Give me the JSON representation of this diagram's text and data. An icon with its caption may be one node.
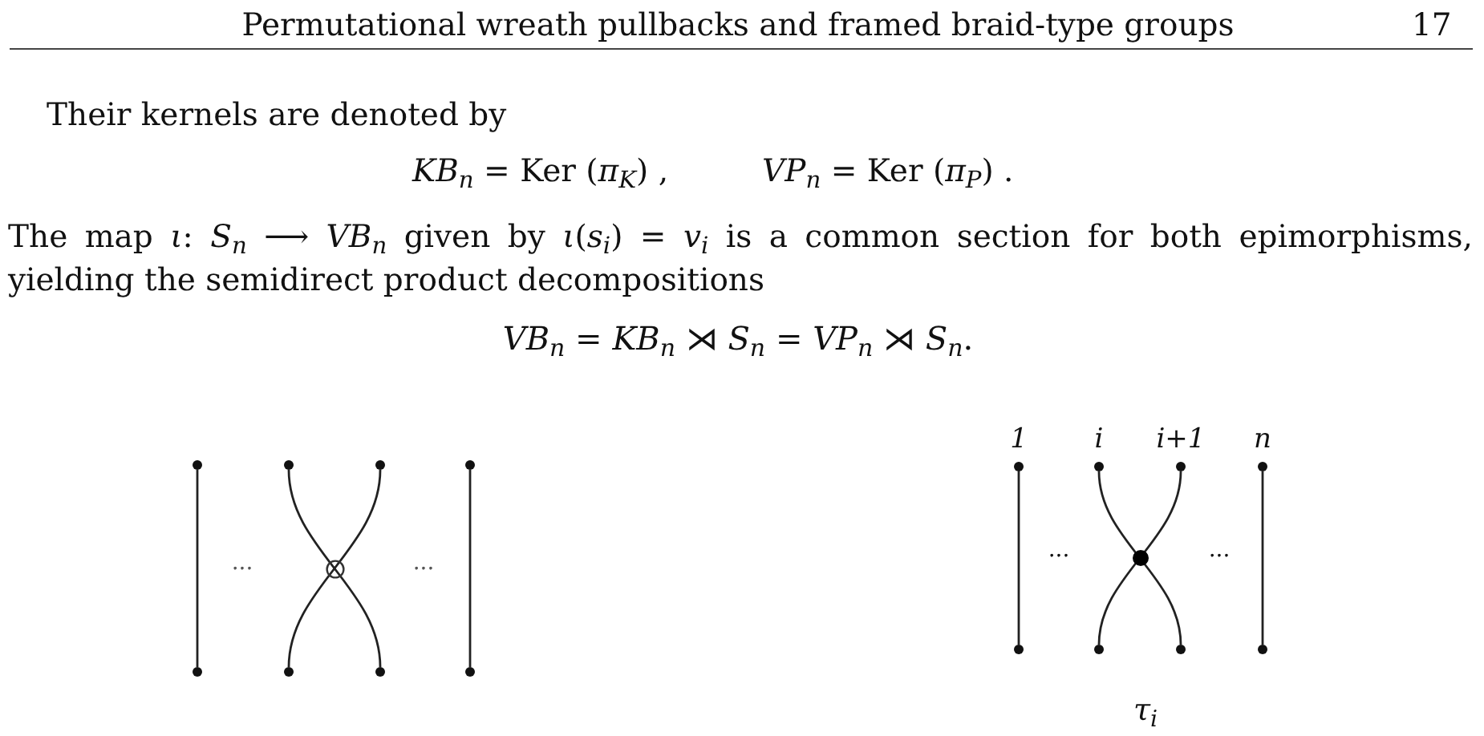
{
  "diagram": {
    "nodes": [
      {
        "text": [],
        "shape": "circle"
      },
      {
        "text": [],
        "shape": "circle"
      },
      {
        "text": [],
        "shape": "circle"
      },
      {
        "text": [],
        "shape": "circle"
      },
      {
        "text": [],
        "shape": "circle"
      },
      {
        "text": [],
        "shape": "circle"
      },
      {
        "text": [],
        "shape": "circle"
      },
      {
        "text": [],
        "shape": "circle"
      },
      {
        "text": [],
        "shape": "circle",
        "beside": [
          "1"
        ]
      },
      {
        "text": [],
        "shape": "circle",
        "beside": [
          "i"
        ]
      },
      {
        "text": [],
        "shape": "circle",
        "beside": [
          "i+1"
        ]
      },
      {
        "text": [],
        "shape": "circle",
        "beside": [
          "n"
        ]
      },
      {
        "text": [],
        "shape": "circle"
      },
      {
        "text": [],
        "shape": "circle"
      },
      {
        "text": [],
        "shape": "circle"
      },
      {
        "text": [],
        "shape": "circle"
      }
    ],
    "edges": [
      {
        "from": 0,
        "to": 4,
        "arrow": "none"
      },
      {
        "from": 1,
        "to": 6,
        "arrow": "none"
      },
      {
        "from": 2,
        "to": 5,
        "arrow": "none"
      },
      {
        "from": 3,
        "to": 7,
        "arrow": "none"
      },
      {
        "from": 8,
        "to": 12,
        "arrow": "none"
      },
      {
        "from": 9,
        "to": 14,
        "arrow": "none"
      },
      {
        "from": 10,
        "to": 13,
        "arrow": "none"
      },
      {
        "from": 11,
        "to": 15,
        "arrow": "none"
      }
    ],
    "labels": [
      "Permutational wreath pullbacks and framed braid-type groups",
      "17",
      "Their kernels are denoted by",
      "*KB*$_{n}$ = Ker (*π*$_{K}$) ,",
      "*VP*$_{n}$ = Ker (*π*$_{P}$) .",
      "The map *ι*: *S*$_{n}$ ⟶ *VB*$_{n}$ given by *ι*(*s*$_{i}$) = *v*$_{i}$ is a common section for both epimorphisms, yielding the semidirect product decompositions",
      "*VB*$_{n}$ = *KB*$_{n}$ ⋊ *S*$_{n}$ = *VP*$_{n}$ ⋊ *S*$_{n}$.",
      "...",
      "...",
      "...",
      "...",
      "*τ*$_{i}$"
    ]
  }
}
